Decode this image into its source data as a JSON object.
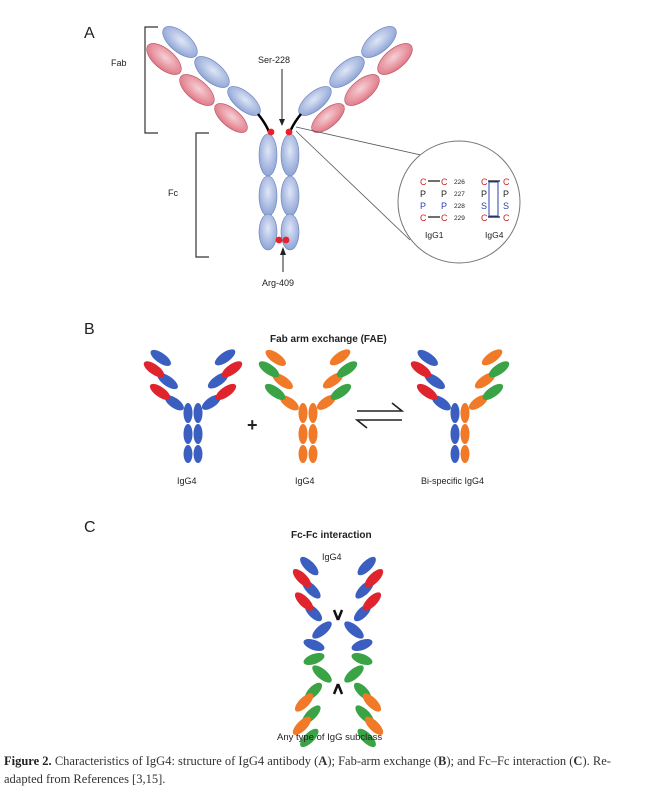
{
  "panel_a": {
    "letter": "A",
    "fab_label": "Fab",
    "fc_label": "Fc",
    "ser_label": "Ser-228",
    "arg_label": "Arg-409",
    "inset": {
      "col1": [
        "C",
        "P",
        "P",
        "C"
      ],
      "col2": [
        "C",
        "P",
        "P",
        "C"
      ],
      "nums": [
        "226",
        "227",
        "228",
        "229"
      ],
      "col3": [
        "C",
        "P",
        "S",
        "C"
      ],
      "col4": [
        "C",
        "P",
        "S",
        "C"
      ],
      "igg1_label": "IgG1",
      "igg4_label": "IgG4"
    }
  },
  "panel_b": {
    "letter": "B",
    "title": "Fab arm exchange (FAE)",
    "plus": "+",
    "label1": "IgG4",
    "label2": "IgG4",
    "label3": "Bi-specific IgG4"
  },
  "panel_c": {
    "letter": "C",
    "title": "Fc-Fc interaction",
    "top_label": "IgG4",
    "bottom_label": "Any type of IgG subclass"
  },
  "caption": {
    "label": "Figure 2.",
    "text_1": " Characteristics of IgG4: structure of IgG4 antibody (",
    "a": "A",
    "text_2": "); Fab-arm exchange (",
    "b": "B",
    "text_3": "); and Fc–Fc interaction (",
    "c": "C",
    "text_4": "). Re-adapted from References [3,15]."
  },
  "colors": {
    "heavy_pale": "#9aaedc",
    "light_pale": "#e5808e",
    "blue": "#3a5fc0",
    "red": "#e0242e",
    "orange": "#f07a28",
    "green": "#3aa346",
    "hinge": "#000000",
    "site": "#e8202a"
  }
}
